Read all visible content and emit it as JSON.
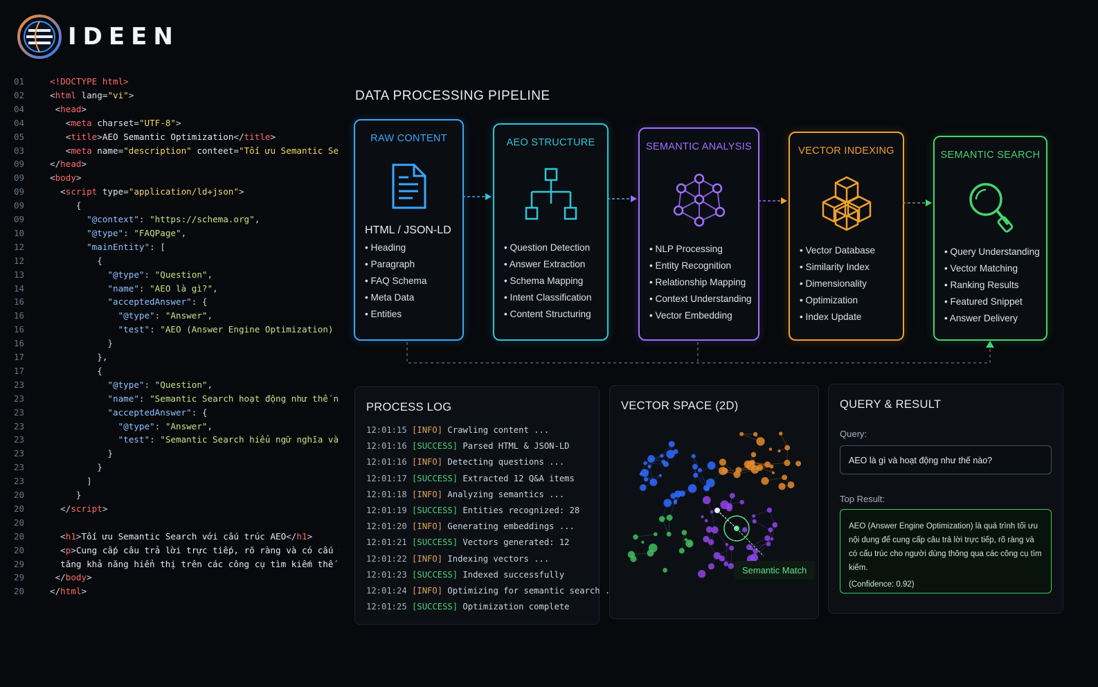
{
  "brand": {
    "name": "IDEEN"
  },
  "code": {
    "lines": [
      {
        "ln": "01",
        "parts": [
          [
            "tag",
            "<!DOCTYPE html>"
          ]
        ]
      },
      {
        "ln": "02",
        "parts": [
          [
            "punc",
            "<"
          ],
          [
            "tag",
            "html"
          ],
          [
            "attr",
            " lang="
          ],
          [
            "str",
            "\"vi\""
          ],
          [
            "punc",
            ">"
          ]
        ]
      },
      {
        "ln": "04",
        "parts": [
          [
            "punc",
            " <"
          ],
          [
            "tag",
            "head"
          ],
          [
            "punc",
            ">"
          ]
        ]
      },
      {
        "ln": "04",
        "parts": [
          [
            "punc",
            "   <"
          ],
          [
            "tag",
            "meta"
          ],
          [
            "attr",
            " charset="
          ],
          [
            "str",
            "\"UTF-8\""
          ],
          [
            "punc",
            ">"
          ]
        ]
      },
      {
        "ln": "05",
        "parts": [
          [
            "punc",
            "   <"
          ],
          [
            "tag",
            "title"
          ],
          [
            "punc",
            ">"
          ],
          [
            "txt",
            "AEO Semantic Optimization"
          ],
          [
            "punc",
            "</"
          ],
          [
            "tag",
            "title"
          ],
          [
            "punc",
            ">"
          ]
        ]
      },
      {
        "ln": "03",
        "parts": [
          [
            "punc",
            "   <"
          ],
          [
            "tag",
            "meta"
          ],
          [
            "attr",
            " name="
          ],
          [
            "str",
            "\"description\""
          ],
          [
            "attr",
            " conteet="
          ],
          [
            "str",
            "\"Tối ưu Semantic Search với AEC"
          ]
        ]
      },
      {
        "ln": "09",
        "parts": [
          [
            "punc",
            "</"
          ],
          [
            "tag",
            "head"
          ],
          [
            "punc",
            ">"
          ]
        ]
      },
      {
        "ln": "09",
        "parts": [
          [
            "punc",
            "<"
          ],
          [
            "tag",
            "body"
          ],
          [
            "punc",
            ">"
          ]
        ]
      },
      {
        "ln": "09",
        "parts": [
          [
            "punc",
            "  <"
          ],
          [
            "tag",
            "script"
          ],
          [
            "attr",
            " type="
          ],
          [
            "str",
            "\"application/ld+json\""
          ],
          [
            "punc",
            ">"
          ]
        ]
      },
      {
        "ln": "09",
        "parts": [
          [
            "punc",
            "     {"
          ]
        ]
      },
      {
        "ln": "09",
        "parts": [
          [
            "key",
            "       \"@context\""
          ],
          [
            "punc",
            ": "
          ],
          [
            "val",
            "\"https://schema.org\""
          ],
          [
            "punc",
            ","
          ]
        ]
      },
      {
        "ln": "10",
        "parts": [
          [
            "key",
            "       \"@type\""
          ],
          [
            "punc",
            ": "
          ],
          [
            "val",
            "\"FAQPage\""
          ],
          [
            "punc",
            ","
          ]
        ]
      },
      {
        "ln": "12",
        "parts": [
          [
            "key",
            "       \"mainEntity\""
          ],
          [
            "punc",
            ": ["
          ]
        ]
      },
      {
        "ln": "12",
        "parts": [
          [
            "punc",
            "         {"
          ]
        ]
      },
      {
        "ln": "13",
        "parts": [
          [
            "key",
            "           \"@type\""
          ],
          [
            "punc",
            ": "
          ],
          [
            "val",
            "\"Question\""
          ],
          [
            "punc",
            ","
          ]
        ]
      },
      {
        "ln": "14",
        "parts": [
          [
            "key",
            "           \"name\""
          ],
          [
            "punc",
            ": "
          ],
          [
            "val",
            "\"AEO là gì?\""
          ],
          [
            "punc",
            ","
          ]
        ]
      },
      {
        "ln": "16",
        "parts": [
          [
            "key",
            "           \"acceptedAnswer\""
          ],
          [
            "punc",
            ": {"
          ]
        ]
      },
      {
        "ln": "16",
        "parts": [
          [
            "key",
            "             \"@type\""
          ],
          [
            "punc",
            ": "
          ],
          [
            "val",
            "\"Answer\""
          ],
          [
            "punc",
            ","
          ]
        ]
      },
      {
        "ln": "16",
        "parts": [
          [
            "key",
            "             \"test\""
          ],
          [
            "punc",
            ": "
          ],
          [
            "val",
            "\"AEO (Answer Engine Optimization) là ..."
          ]
        ]
      },
      {
        "ln": "16",
        "parts": [
          [
            "punc",
            "           }"
          ]
        ]
      },
      {
        "ln": "17",
        "parts": [
          [
            "punc",
            "         },"
          ]
        ]
      },
      {
        "ln": "17",
        "parts": [
          [
            "punc",
            "         {"
          ]
        ]
      },
      {
        "ln": "23",
        "parts": [
          [
            "key",
            "           \"@type\""
          ],
          [
            "punc",
            ": "
          ],
          [
            "val",
            "\"Question\""
          ],
          [
            "punc",
            ","
          ]
        ]
      },
      {
        "ln": "23",
        "parts": [
          [
            "key",
            "           \"name\""
          ],
          [
            "punc",
            ": "
          ],
          [
            "val",
            "\"Semantic Search hoạt động như thế nào?\""
          ],
          [
            "punc",
            ","
          ]
        ]
      },
      {
        "ln": "23",
        "parts": [
          [
            "key",
            "           \"acceptedAnswer\""
          ],
          [
            "punc",
            ": {"
          ]
        ]
      },
      {
        "ln": "23",
        "parts": [
          [
            "key",
            "             \"@type\""
          ],
          [
            "punc",
            ": "
          ],
          [
            "val",
            "\"Answer\""
          ],
          [
            "punc",
            ","
          ]
        ]
      },
      {
        "ln": "23",
        "parts": [
          [
            "key",
            "             \"test\""
          ],
          [
            "punc",
            ": "
          ],
          [
            "val",
            "\"Semantic Search hiểu ngữ nghĩa và .."
          ]
        ]
      },
      {
        "ln": "23",
        "parts": [
          [
            "punc",
            "           }"
          ]
        ]
      },
      {
        "ln": "23",
        "parts": [
          [
            "punc",
            "         }"
          ]
        ]
      },
      {
        "ln": "23",
        "parts": [
          [
            "punc",
            "       ]"
          ]
        ]
      },
      {
        "ln": "20",
        "parts": [
          [
            "punc",
            "     }"
          ]
        ]
      },
      {
        "ln": "20",
        "parts": [
          [
            "punc",
            "  </"
          ],
          [
            "tag",
            "script"
          ],
          [
            "punc",
            ">"
          ]
        ]
      },
      {
        "ln": "20",
        "parts": []
      },
      {
        "ln": "20",
        "parts": [
          [
            "punc",
            "  <"
          ],
          [
            "tag",
            "h1"
          ],
          [
            "punc",
            ">"
          ],
          [
            "txt",
            "Tối ưu Semantic Search với cấu trúc AEO"
          ],
          [
            "punc",
            "</"
          ],
          [
            "tag",
            "h1"
          ],
          [
            "punc",
            ">"
          ]
        ]
      },
      {
        "ln": "20",
        "parts": [
          [
            "punc",
            "  <"
          ],
          [
            "tag",
            "p"
          ],
          [
            "punc",
            ">"
          ],
          [
            "txt",
            "Cung cấp câu trả lời trực tiếp, rõ ràng và có cấu trúc giúp"
          ]
        ]
      },
      {
        "ln": "29",
        "parts": [
          [
            "txt",
            "  tăng khả năng hiển thị trên các công cụ tìm kiếm thế hệ mới.</"
          ]
        ]
      },
      {
        "ln": "29",
        "parts": [
          [
            "punc",
            " </"
          ],
          [
            "tag",
            "body"
          ],
          [
            "punc",
            ">"
          ]
        ]
      },
      {
        "ln": "20",
        "parts": [
          [
            "punc",
            "</"
          ],
          [
            "tag",
            "html"
          ],
          [
            "punc",
            ">"
          ]
        ]
      }
    ]
  },
  "pipeline": {
    "title": "DATA PROCESSING PIPELINE",
    "stages": [
      {
        "id": "raw",
        "title": "RAW CONTENT",
        "color": "#3aa6ff",
        "subtitle": "HTML / JSON-LD",
        "icon": "document-icon",
        "items": [
          "Heading",
          "Paragraph",
          "FAQ Schema",
          "Meta Data",
          "Entities"
        ]
      },
      {
        "id": "aeo",
        "title": "AEO STRUCTURE",
        "color": "#2fc6d8",
        "subtitle": "",
        "icon": "hierarchy-icon",
        "items": [
          "Question Detection",
          "Answer Extraction",
          "Schema Mapping",
          "Intent Classification",
          "Content Structuring"
        ]
      },
      {
        "id": "sem",
        "title": "SEMANTIC ANALYSIS",
        "color": "#a070ff",
        "subtitle": "",
        "icon": "network-icon",
        "items": [
          "NLP Processing",
          "Entity Recognition",
          "Relationship Mapping",
          "Context Understanding",
          "Vector Embedding"
        ]
      },
      {
        "id": "vec",
        "title": "VECTOR INDEXING",
        "color": "#f0a030",
        "subtitle": "",
        "icon": "cubes-icon",
        "items": [
          "Vector Database",
          "Similarity Index",
          "Dimensionality",
          "Optimization",
          "Index Update"
        ]
      },
      {
        "id": "search",
        "title": "SEMANTIC SEARCH",
        "color": "#44d46e",
        "subtitle": "",
        "icon": "magnifier-icon",
        "items": [
          "Query Understanding",
          "Vector Matching",
          "Ranking Results",
          "Featured Snippet",
          "Answer Delivery"
        ]
      }
    ]
  },
  "log": {
    "title": "PROCESS LOG",
    "entries": [
      {
        "time": "12:01:15",
        "level": "[INFO]",
        "msg": "Crawling content ..."
      },
      {
        "time": "12:01:16",
        "level": "[SUCCESS]",
        "msg": "Parsed HTML & JSON-LD"
      },
      {
        "time": "12:01:16",
        "level": "[INFO]",
        "msg": "Detecting questions ..."
      },
      {
        "time": "12:01:17",
        "level": "[SUCCESS]",
        "msg": "Extracted 12 Q&A items"
      },
      {
        "time": "12:01:18",
        "level": "[INFO]",
        "msg": "Analyzing semantics ..."
      },
      {
        "time": "12:01:19",
        "level": "[SUCCESS]",
        "msg": "Entities recognized: 28"
      },
      {
        "time": "12:01:20",
        "level": "[INFO]",
        "msg": "Generating embeddings ..."
      },
      {
        "time": "12:01:21",
        "level": "[SUCCESS]",
        "msg": "Vectors generated: 12"
      },
      {
        "time": "12:01:22",
        "level": "[INFO]",
        "msg": "Indexing vectors ..."
      },
      {
        "time": "12:01:23",
        "level": "[SUCCESS]",
        "msg": "Indexed successfully"
      },
      {
        "time": "12:01:24",
        "level": "[INFO]",
        "msg": "Optimizing for semantic search ..."
      },
      {
        "time": "12:01:25",
        "level": "[SUCCESS]",
        "msg": "Optimization complete"
      }
    ]
  },
  "vector_space": {
    "title": "VECTOR SPACE (2D)",
    "match_label": "Semantic Match"
  },
  "query": {
    "title": "QUERY & RESULT",
    "query_label": "Query:",
    "query_value": "AEO là gì và hoạt động như thế nào?",
    "result_label": "Top Result:",
    "result_text": "AEO (Answer Engine Optimization) là quá trình tối ưu nội dung để cung cấp câu trả lời trực tiếp, rõ ràng và có cấu trúc cho người dùng thông qua các công cụ tìm kiếm.",
    "confidence": "(Confidence: 0.92)"
  }
}
